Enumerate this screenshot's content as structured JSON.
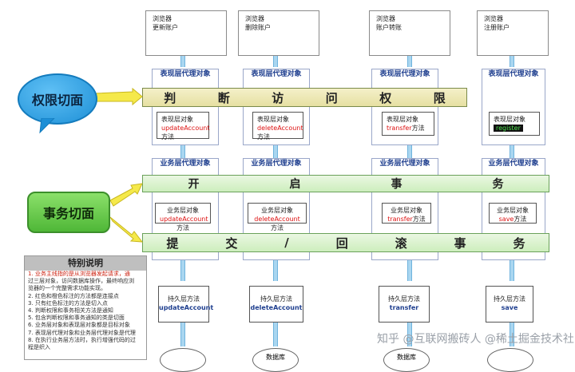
{
  "browsers": [
    {
      "line1": "浏览器",
      "line2": "更新账户"
    },
    {
      "line1": "浏览器",
      "line2": "删除账户"
    },
    {
      "line1": "浏览器",
      "line2": "账户转账"
    },
    {
      "line1": "浏览器",
      "line2": "注册账户"
    }
  ],
  "presentation_proxy_title": "表现层代理对象",
  "presentation_objs": [
    {
      "line1": "表现层对象",
      "method": "updateAccount",
      "line3": "方法"
    },
    {
      "line1": "表现层对象",
      "method": "deleteAccount",
      "line3": "方法"
    },
    {
      "line1": "表现层对象",
      "method": "transfer",
      "suffix": "方法"
    },
    {
      "line1": "表现层对象",
      "method": "register"
    }
  ],
  "business_proxy_title": "业务层代理对象",
  "business_objs": [
    {
      "line1": "业务层对象",
      "method": "updateAccount",
      "suffix": "方法"
    },
    {
      "line1": "业务层对象",
      "method": "deleteAccount",
      "suffix": "方法"
    },
    {
      "line1": "业务层对象",
      "method": "transfer",
      "suffix": "方法"
    },
    {
      "line1": "业务层对象",
      "method": "save",
      "suffix": "方法"
    }
  ],
  "band_auth": [
    "判",
    "断",
    "访",
    "问",
    "权",
    "限"
  ],
  "band_open": [
    "开",
    "启",
    "事",
    "务"
  ],
  "band_commit": [
    "提",
    "交",
    "/",
    "回",
    "滚",
    "事",
    "务"
  ],
  "bubble_auth": "权限切面",
  "bubble_tx": "事务切面",
  "note": {
    "title": "特别说明",
    "lines": [
      "1. 业务主线指的是从浏览器发起请求，通",
      "过三层对象，访问数据库操作，最终响应浏",
      "览器的一个完整需求功能实现。",
      "2. 红色和橙色标注的方法都是连接点",
      "3. 只有红色标注的方法是切入点",
      "4. 判断权限和事务相关方法是通知",
      "5. 包含判断权限和事务通知的类是切面",
      "6. 业务层对象和表现层对象都是目标对象",
      "7. 表现层代理对象和业务层代理对象是代理",
      "8. 在执行业务层方法时，执行增强代码的过",
      "程是织入"
    ]
  },
  "dao_objs": [
    {
      "line1": "持久层方法",
      "method": "updateAccount"
    },
    {
      "line1": "持久层方法",
      "method": "deleteAccount"
    },
    {
      "line1": "持久层方法",
      "method": "transfer"
    },
    {
      "line1": "持久层方法",
      "method": "save"
    }
  ],
  "bottom_labels": [
    "数据库",
    "数据库"
  ],
  "watermark": "知乎 @互联网搬砖人  @稀土掘金技术社区"
}
